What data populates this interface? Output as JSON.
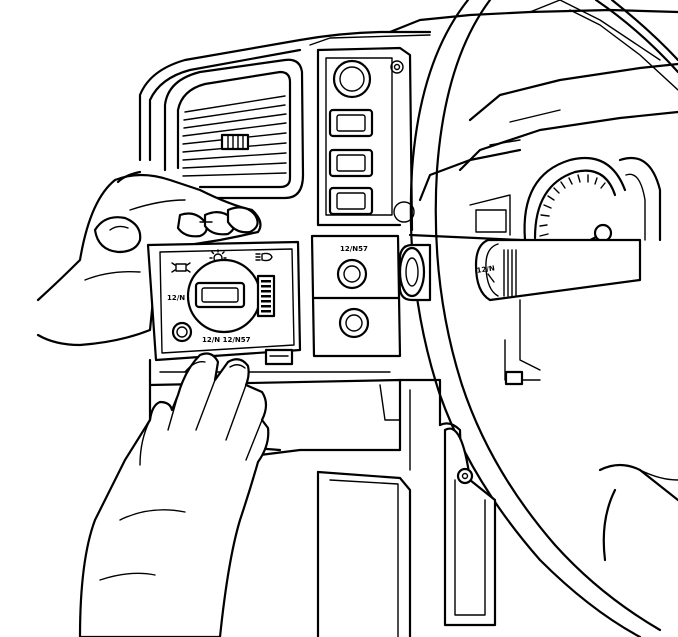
{
  "diagram": {
    "switch_panel": {
      "knob_label_left": "12/N",
      "knob_label_bottom": "12/N 12/N57",
      "side_switch_label": "12/N57"
    },
    "stalk_label": "12/N",
    "colors": {
      "line": "#000000",
      "background": "#ffffff"
    }
  }
}
